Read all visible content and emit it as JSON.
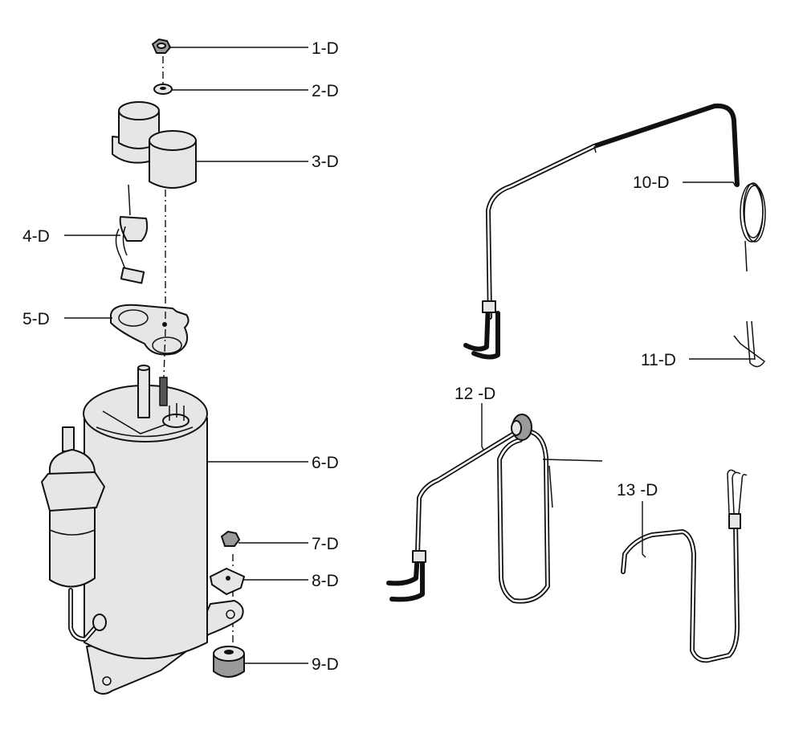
{
  "callouts": [
    {
      "id": "c1",
      "label": "1-D"
    },
    {
      "id": "c2",
      "label": "2-D"
    },
    {
      "id": "c3",
      "label": "3-D"
    },
    {
      "id": "c4",
      "label": "4-D"
    },
    {
      "id": "c5",
      "label": "5-D"
    },
    {
      "id": "c6",
      "label": "6-D"
    },
    {
      "id": "c7",
      "label": "7-D"
    },
    {
      "id": "c8",
      "label": "8-D"
    },
    {
      "id": "c9",
      "label": "9-D"
    },
    {
      "id": "c10",
      "label": "10-D"
    },
    {
      "id": "c11",
      "label": "11-D"
    },
    {
      "id": "c12",
      "label": "12 -D"
    },
    {
      "id": "c13",
      "label": "13 -D"
    }
  ]
}
